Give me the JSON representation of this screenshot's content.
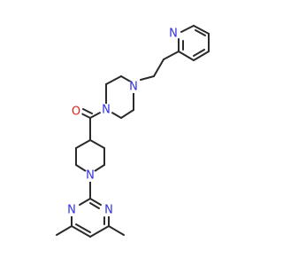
{
  "molecule": {
    "colors": {
      "bond": "#2a2a2a",
      "nitrogen": "#3030e0",
      "oxygen": "#e02020",
      "background": "#ffffff"
    },
    "atoms": {
      "n_pyridine": "N",
      "n_piperazine_top": "N",
      "n_piperazine_amide": "N",
      "o_carbonyl": "O",
      "n_piperidine": "N",
      "n_pyrimidine_left": "N",
      "n_pyrimidine_right": "N"
    }
  }
}
